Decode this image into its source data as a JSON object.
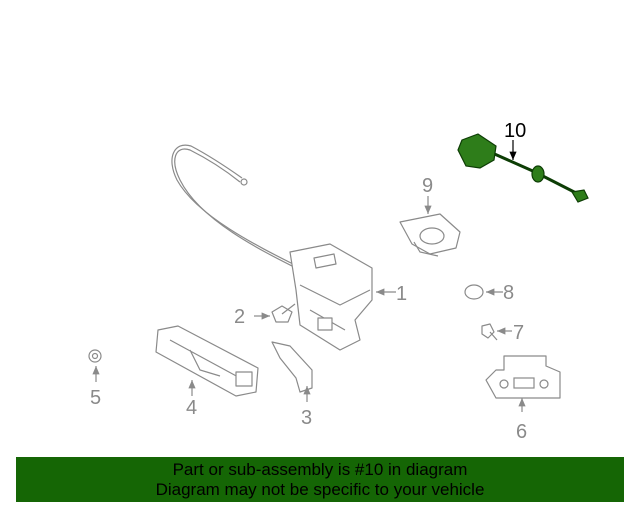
{
  "diagram": {
    "callouts": {
      "p1": "1",
      "p2": "2",
      "p3": "3",
      "p4": "4",
      "p5": "5",
      "p6": "6",
      "p7": "7",
      "p8": "8",
      "p9": "9",
      "p10": "10"
    },
    "highlighted_part": "10"
  },
  "banner": {
    "line1": "Part or sub-assembly is #10 in diagram",
    "line2": "Diagram may not be specific to your vehicle",
    "color": "#156605"
  }
}
